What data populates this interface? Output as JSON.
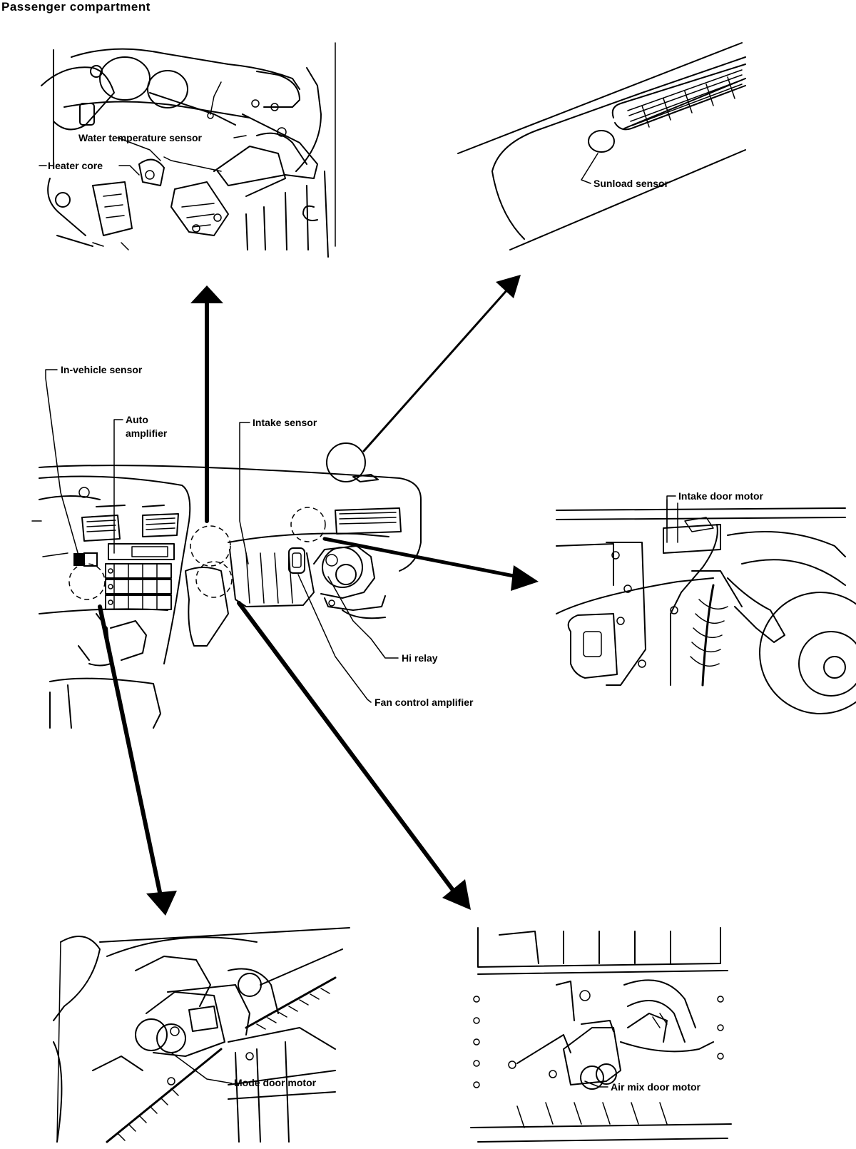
{
  "title": "Passenger compartment",
  "labels": {
    "water_temperature_sensor": "Water temperature sensor",
    "heater_core": "Heater core",
    "sunload_sensor": "Sunload sensor",
    "in_vehicle_sensor": "In-vehicle sensor",
    "auto_amplifier_line1": "Auto",
    "auto_amplifier_line2": "amplifier",
    "intake_sensor": "Intake sensor",
    "intake_door_motor": "Intake door motor",
    "hi_relay": "Hi relay",
    "fan_control_amplifier": "Fan control amplifier",
    "mode_door_motor": "Mode door motor",
    "air_mix_door_motor": "Air mix door motor"
  },
  "colors": {
    "ink": "#000000",
    "paper": "#ffffff"
  }
}
